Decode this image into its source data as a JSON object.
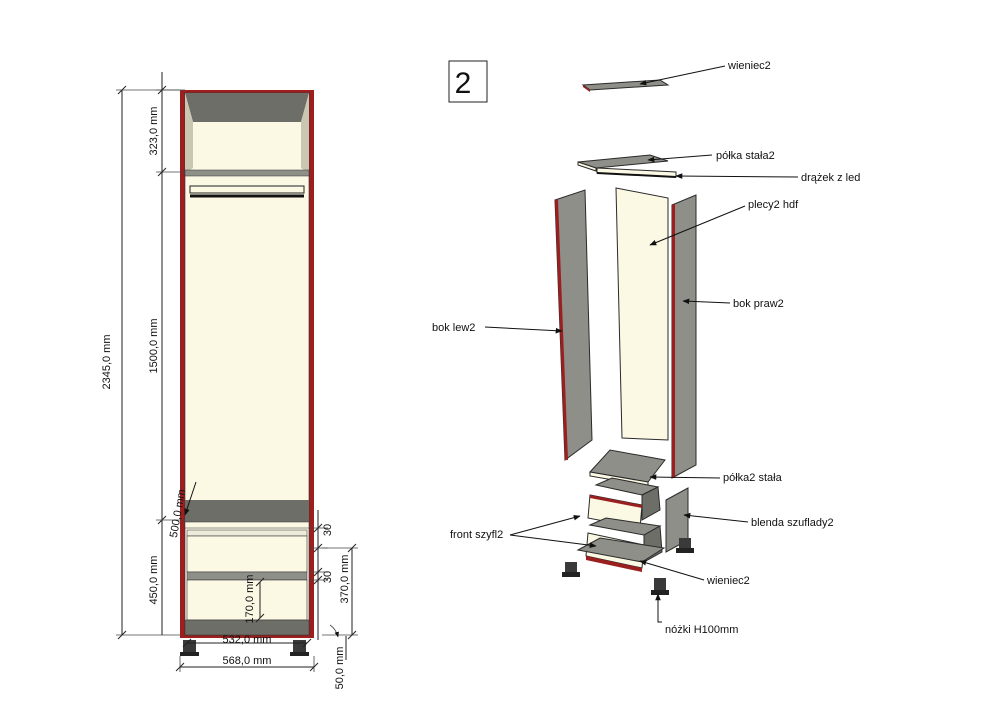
{
  "step_number": "2",
  "dimensions": {
    "total_height": "2345,0 mm",
    "top_height": "323,0 mm",
    "hanging_height": "1500,0 mm",
    "shelf_gap": "500,0 mm",
    "drawer_zone_height": "450,0 mm",
    "drawer_height": "170,0 mm",
    "gap_top": "30",
    "gap_mid": "30",
    "drawer_block_height": "370,0 mm",
    "inner_width": "532,0 mm",
    "outer_width": "568,0 mm",
    "leg_height": "50,0 mm"
  },
  "labels": {
    "wieniec_top": "wieniec2",
    "polka_stala_top": "półka stała2",
    "drazek": "drążek z led",
    "plecy": "plecy2 hdf",
    "bok_praw": "bok praw2",
    "bok_lew": "bok lew2",
    "polka_stala_bottom": "półka2 stała",
    "front_szuflady": "front szyfl2",
    "blenda": "blenda szuflady2",
    "wieniec_bottom": "wieniec2",
    "nozki": "nóżki H100mm"
  },
  "colors": {
    "panel_cream": "#fbf8e4",
    "panel_grey": "#8f8f89",
    "edge_red": "#9c1f1f",
    "leg_dark": "#3a3a3a"
  }
}
